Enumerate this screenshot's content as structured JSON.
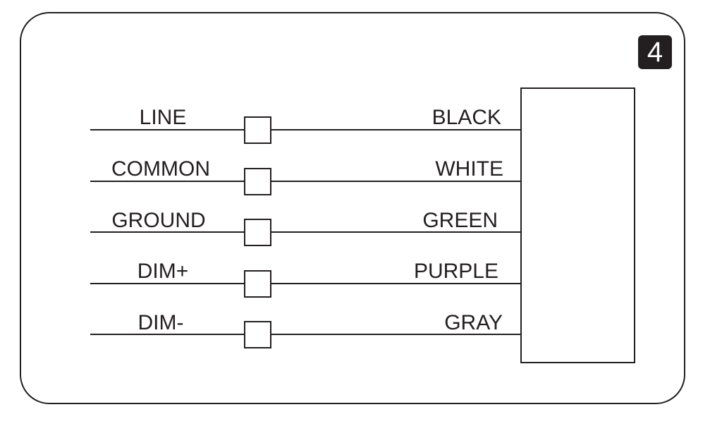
{
  "step_number": "4",
  "wiring": [
    {
      "source": "LINE",
      "wire": "BLACK"
    },
    {
      "source": "COMMON",
      "wire": "WHITE"
    },
    {
      "source": "GROUND",
      "wire": "GREEN"
    },
    {
      "source": "DIM+",
      "wire": "PURPLE"
    },
    {
      "source": "DIM-",
      "wire": "GRAY"
    }
  ],
  "colors": {
    "line": "#231f20",
    "background": "#ffffff"
  }
}
